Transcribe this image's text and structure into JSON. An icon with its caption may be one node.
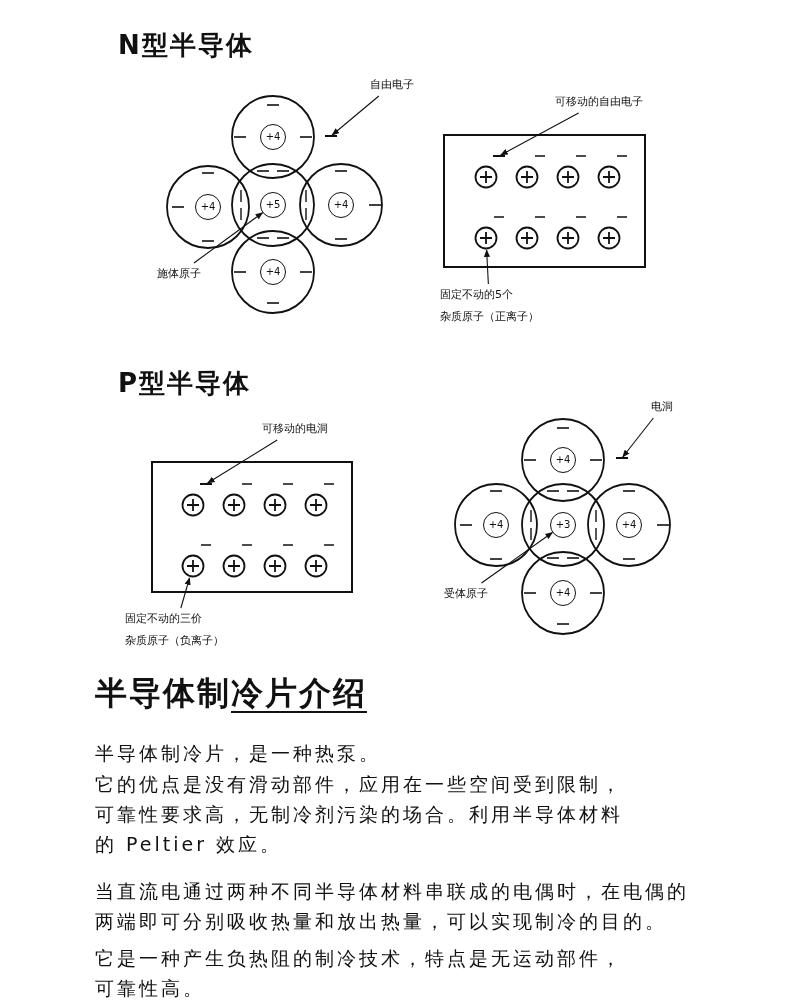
{
  "diagram": {
    "nodes": [
      {
        "text": [
          "+4"
        ]
      },
      {
        "text": [
          "+4"
        ]
      },
      {
        "text": [
          "+5"
        ]
      },
      {
        "text": [
          "+4"
        ]
      },
      {
        "text": [
          "+4"
        ]
      },
      {
        "text": [
          "自由电子"
        ]
      },
      {
        "text": [
          "施体原子"
        ]
      },
      {
        "text": [
          "可移动的自由电子"
        ]
      },
      {
        "text": [
          "固定不动的5个",
          "杂质原子（正离子）"
        ]
      },
      {
        "text": [
          "可移动的电洞"
        ]
      },
      {
        "text": [
          "固定不动的三价",
          "杂质原子（负离子）"
        ]
      },
      {
        "text": [
          "+4"
        ]
      },
      {
        "text": [
          "+4"
        ]
      },
      {
        "text": [
          "+3"
        ]
      },
      {
        "text": [
          "+4"
        ]
      },
      {
        "text": [
          "+4"
        ]
      },
      {
        "text": [
          "电洞"
        ]
      },
      {
        "text": [
          "受体原子"
        ]
      },
      {
        "text": [],
        "shape": "bar"
      },
      {
        "text": [],
        "shape": "bar"
      },
      {
        "text": [],
        "shape": "circle"
      },
      {
        "text": [],
        "shape": "bar"
      },
      {
        "text": [],
        "shape": "circle"
      },
      {
        "text": [],
        "shape": "bar"
      }
    ],
    "edges": [
      {
        "from": 5,
        "to": 18,
        "arrow": "to"
      },
      {
        "from": 6,
        "to": 2,
        "arrow": "to"
      },
      {
        "from": 7,
        "to": 19,
        "arrow": "to"
      },
      {
        "from": 8,
        "to": 20,
        "arrow": "to"
      },
      {
        "from": 9,
        "to": 21,
        "arrow": "to"
      },
      {
        "from": 10,
        "to": 22,
        "arrow": "to"
      },
      {
        "from": 16,
        "to": 23,
        "arrow": "to"
      },
      {
        "from": 17,
        "to": 13,
        "arrow": "to"
      }
    ],
    "labels": [
      "N型半导体",
      "P型半导体",
      "半导体制冷片介绍",
      "半导体制冷片，是一种热泵。",
      "它的优点是没有滑动部件，应用在一些空间受到限制，可靠性要求高，无制冷剂污染的场合。利用半导体材料的 Peltier 效应。",
      "当直流电通过两种不同半导体材料串联成的电偶时，在电偶的两端即可分别吸收热量和放出热量，可以实现制冷的目的。",
      "它是一种产生负热阻的制冷技术，特点是无运动部件，可靠性高。"
    ]
  }
}
